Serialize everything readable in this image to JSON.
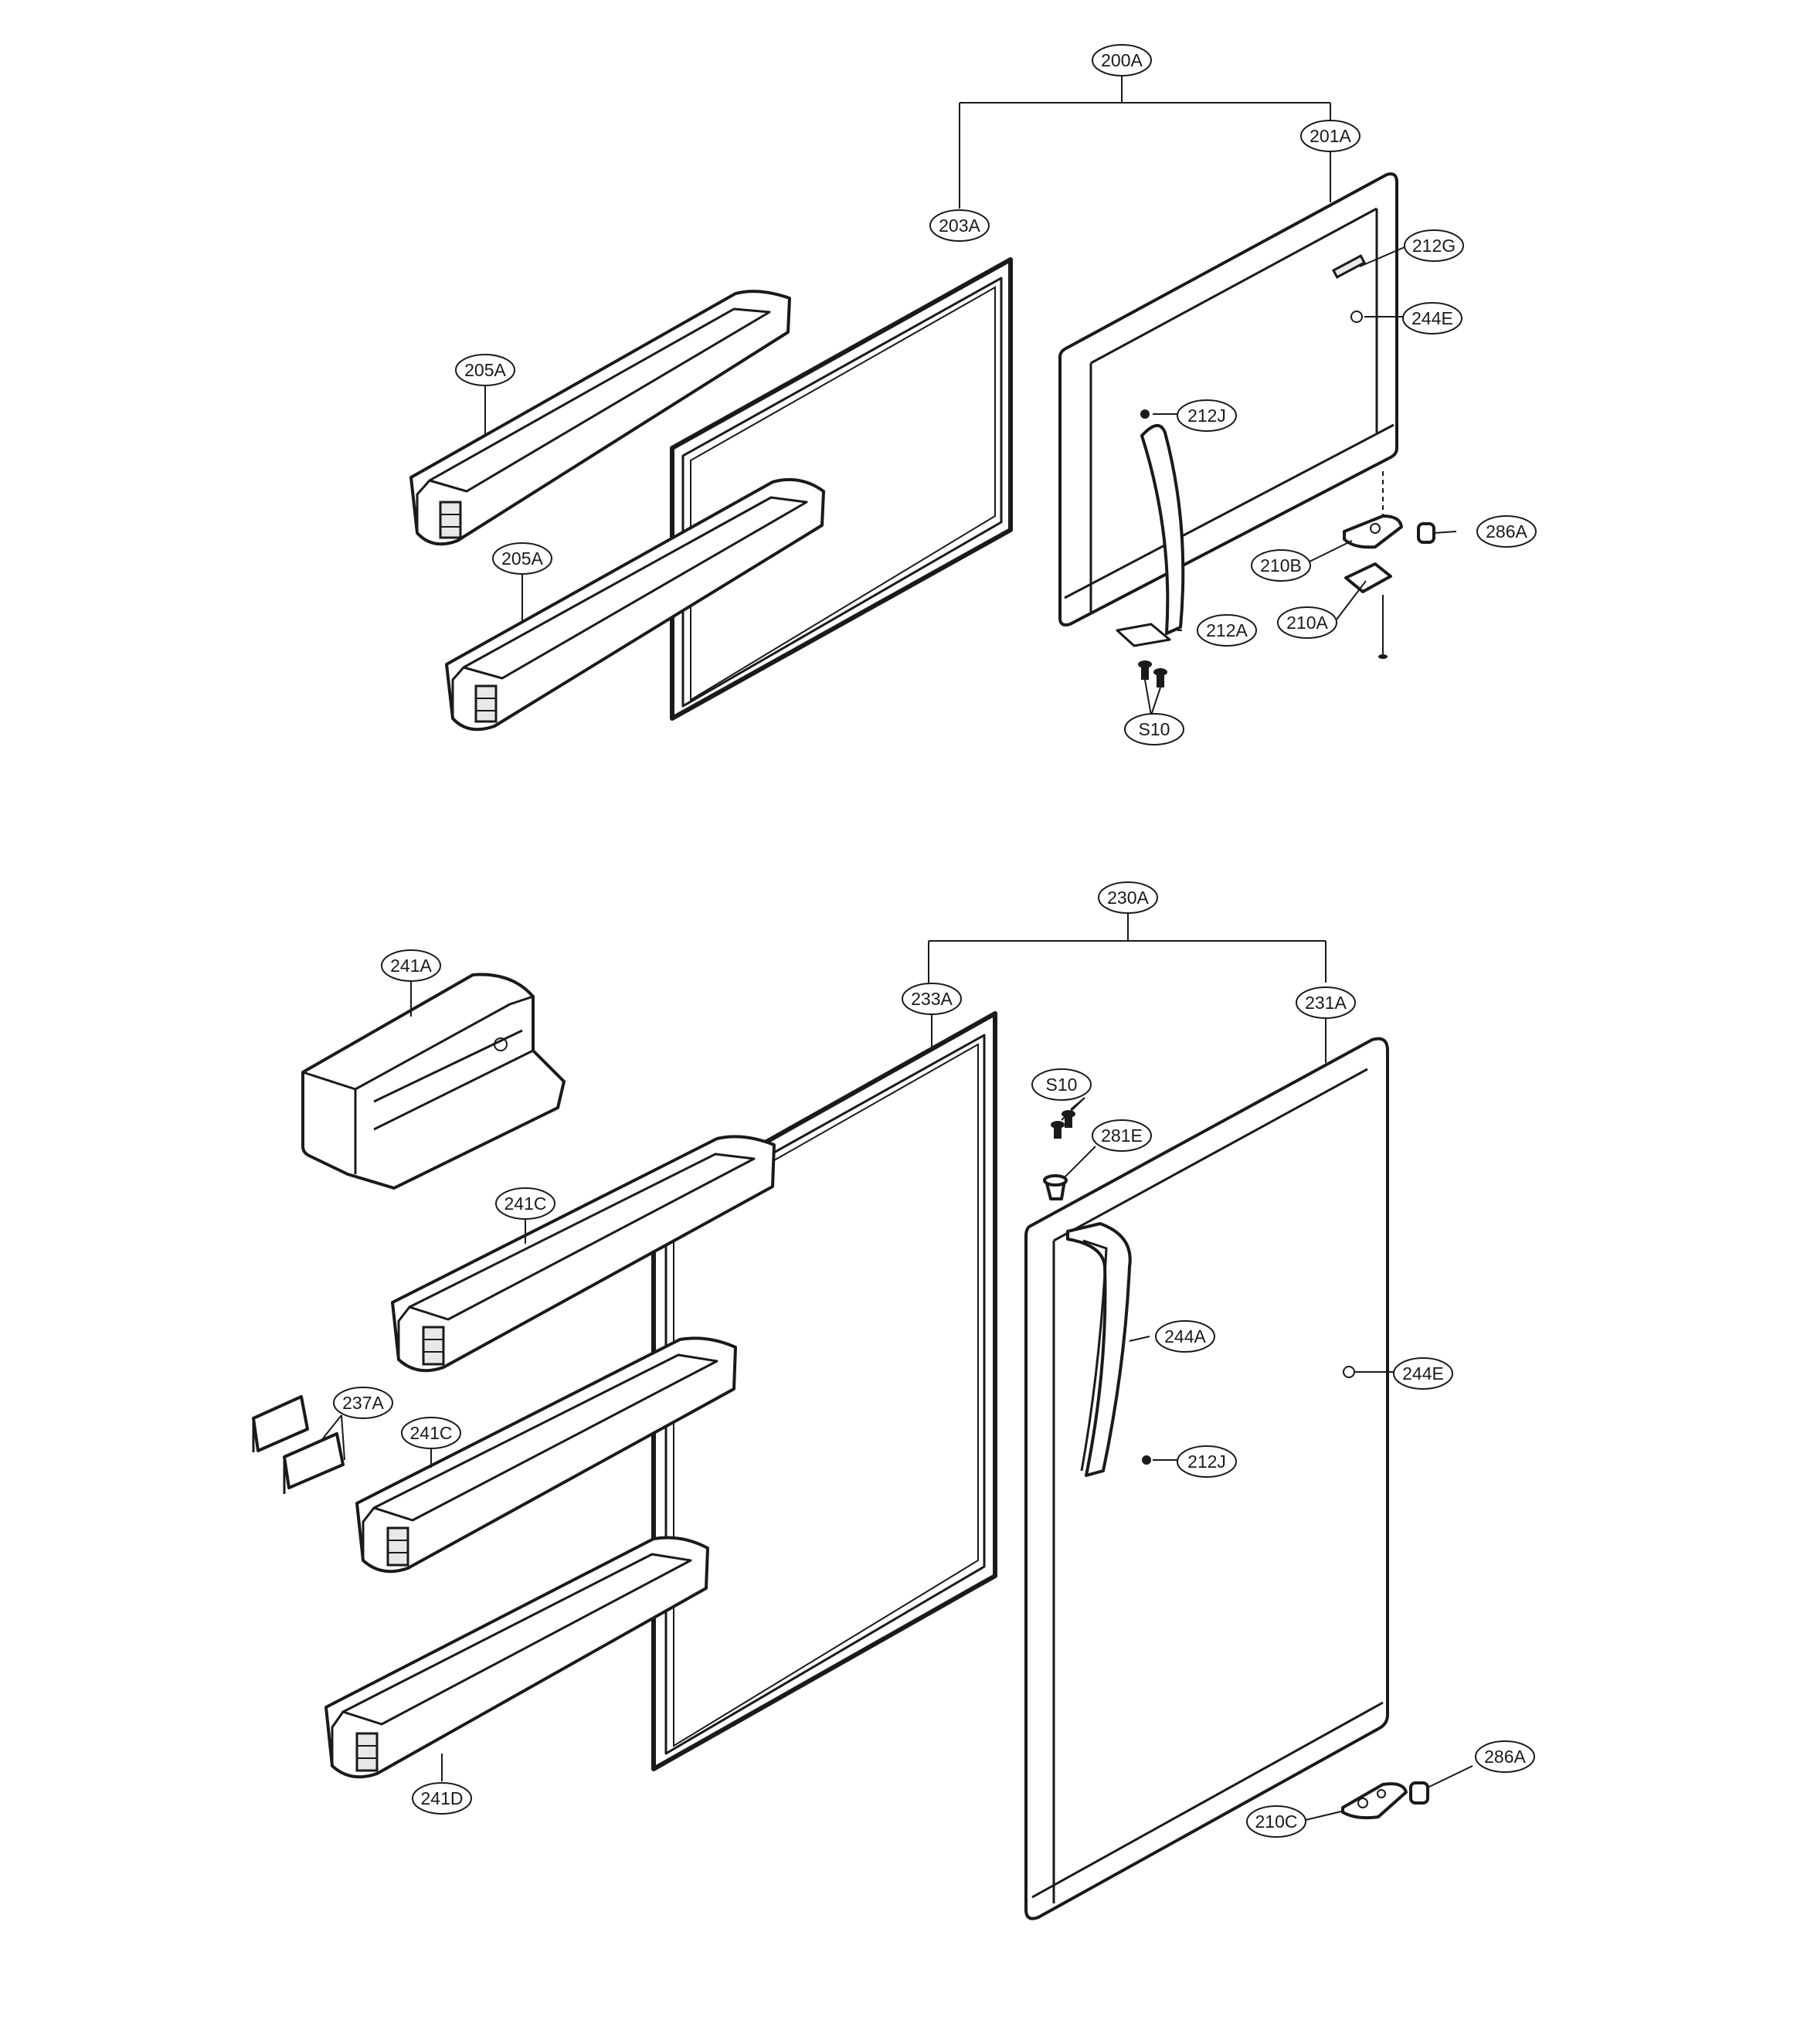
{
  "labels": {
    "freezer_door_assembly": "200A",
    "freezer_door": "201A",
    "freezer_gasket": "203A",
    "freezer_basket_top": "205A",
    "freezer_basket_bottom": "205A",
    "freezer_logo": "212G",
    "freezer_cap": "244E",
    "freezer_screw_cover": "212J",
    "freezer_hinge_bracket": "210B",
    "freezer_hinge_plate": "210A",
    "freezer_bushing": "286A",
    "freezer_handle": "212A",
    "freezer_screws": "S10",
    "fridge_door_assembly": "230A",
    "fridge_door": "231A",
    "fridge_gasket": "233A",
    "dairy_bin": "241A",
    "fridge_basket_top": "241C",
    "fridge_basket_mid": "241C",
    "fridge_basket_bottom": "241D",
    "bottle_guard": "237A",
    "fridge_screws": "S10",
    "fridge_hinge_pin": "281E",
    "fridge_handle": "244A",
    "fridge_cap": "244E",
    "fridge_screw_cover": "212J",
    "fridge_hinge": "210C",
    "fridge_bushing": "286A"
  }
}
